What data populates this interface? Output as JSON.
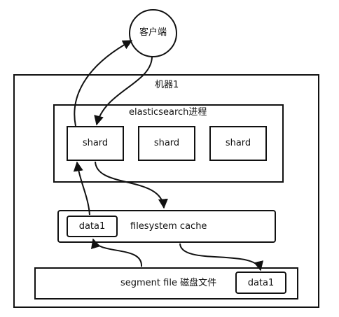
{
  "nodes": {
    "client": "客户端",
    "machine": "机器1",
    "process": "elasticsearch进程",
    "shards": [
      "shard",
      "shard",
      "shard"
    ],
    "fs_cache": "filesystem cache",
    "fs_cache_data": "data1",
    "disk": "segment file 磁盘文件",
    "disk_data": "data1"
  },
  "edges": [
    {
      "from": "shard-1",
      "to": "client"
    },
    {
      "from": "client",
      "to": "shard-1"
    },
    {
      "from": "shard-1",
      "to": "filesystem-cache"
    },
    {
      "from": "filesystem-cache",
      "to": "disk-data1"
    },
    {
      "from": "disk",
      "to": "cache-data1"
    },
    {
      "from": "cache-data1",
      "to": "shard-1"
    }
  ],
  "colors": {
    "stroke": "#111111",
    "background": "#ffffff"
  }
}
